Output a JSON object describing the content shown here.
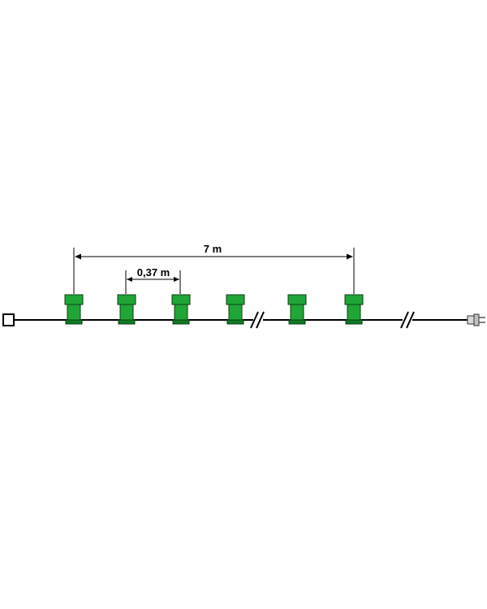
{
  "dimensions": {
    "total_length_label": "7 m",
    "spacing_label": "0,37 m"
  },
  "colors": {
    "socket_green": "#1fa637",
    "socket_dark_green": "#0f7a24",
    "socket_outline": "#0d3d14",
    "cable": "#000000",
    "plug": "#c8c8c8"
  },
  "components": {
    "socket_count": 6,
    "cable_breaks": 2,
    "end_cap": "end-cap",
    "plug": "power-plug"
  }
}
